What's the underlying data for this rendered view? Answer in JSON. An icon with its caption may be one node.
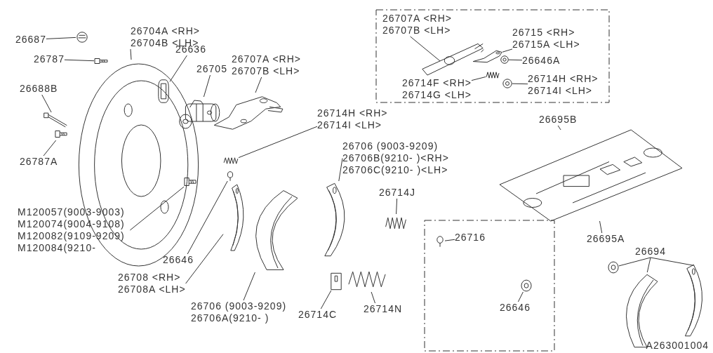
{
  "diagram": {
    "nodes": [
      {
        "text": [
          "26704A <RH>",
          "26704B <LH>"
        ]
      },
      {
        "text": [],
        "shape": "picture"
      },
      {
        "text": [
          "26687"
        ]
      },
      {
        "text": [],
        "shape": "picture"
      },
      {
        "text": [
          "26787"
        ]
      },
      {
        "text": [],
        "shape": "picture"
      },
      {
        "text": [
          "26636"
        ]
      },
      {
        "text": [],
        "shape": "picture",
        "in": 1
      },
      {
        "text": [
          "26705"
        ]
      },
      {
        "text": [],
        "shape": "picture"
      },
      {
        "text": [
          "26707A <RH>",
          "26707B <LH>"
        ]
      },
      {
        "text": [],
        "shape": "picture"
      },
      {
        "text": [
          "26714H <RH>",
          "26714I <LH>"
        ]
      },
      {
        "text": [],
        "shape": "picture"
      },
      {
        "text": [
          "26688B"
        ]
      },
      {
        "text": [],
        "shape": "picture"
      },
      {
        "text": [
          "26787A"
        ]
      },
      {
        "text": [],
        "shape": "picture"
      },
      {
        "text": [
          "M120057(9003-9003)",
          "M120074(9004-9108)",
          "M120082(9109-9209)",
          "M120084(9210-"
        ]
      },
      {
        "text": [],
        "shape": "picture",
        "in": 1
      },
      {
        "text": [
          "26646"
        ]
      },
      {
        "text": [],
        "shape": "picture"
      },
      {
        "text": [
          "26708 <RH>",
          "26708A <LH>"
        ]
      },
      {
        "text": [],
        "shape": "picture"
      },
      {
        "text": [
          "26706 (9003-9209)",
          "26706A(9210- )"
        ]
      },
      {
        "text": [],
        "shape": "picture"
      },
      {
        "text": [
          "26706 (9003-9209)",
          "26706B(9210- )<RH>",
          "26706C(9210- )<LH>"
        ]
      },
      {
        "text": [],
        "shape": "picture"
      },
      {
        "text": [
          "26714J"
        ]
      },
      {
        "text": [],
        "shape": "picture"
      },
      {
        "text": [
          "26714C"
        ]
      },
      {
        "text": [],
        "shape": "picture"
      },
      {
        "text": [
          "26714N"
        ]
      },
      {
        "text": [],
        "shape": "picture"
      },
      {
        "text": [],
        "shape": "box"
      },
      {
        "text": [
          "26707A <RH>",
          "26707B <LH>"
        ],
        "in": 34
      },
      {
        "text": [],
        "shape": "picture",
        "in": 34
      },
      {
        "text": [
          "26715 <RH>",
          "26715A <LH>"
        ],
        "in": 34
      },
      {
        "text": [],
        "shape": "picture",
        "in": 34
      },
      {
        "text": [
          "26646A"
        ],
        "in": 34
      },
      {
        "text": [],
        "shape": "picture",
        "in": 34
      },
      {
        "text": [
          "26714F <RH>",
          "26714G <LH>"
        ],
        "in": 34
      },
      {
        "text": [],
        "shape": "picture",
        "in": 34
      },
      {
        "text": [
          "26714H <RH>",
          "26714I <LH>"
        ],
        "in": 34
      },
      {
        "text": [],
        "shape": "picture",
        "in": 34
      },
      {
        "text": [
          "26695B"
        ]
      },
      {
        "text": [],
        "shape": "picture"
      },
      {
        "text": [
          "26695A"
        ]
      },
      {
        "text": [],
        "shape": "box"
      },
      {
        "text": [
          "26716"
        ],
        "in": 48
      },
      {
        "text": [],
        "shape": "picture",
        "in": 48
      },
      {
        "text": [
          "26646"
        ],
        "in": 48
      },
      {
        "text": [],
        "shape": "picture",
        "in": 48
      },
      {
        "text": [
          "26694"
        ]
      },
      {
        "text": [],
        "shape": "picture"
      },
      {
        "text": [],
        "shape": "picture"
      },
      {
        "text": [],
        "shape": "picture"
      }
    ],
    "edges": [
      {
        "from": 0,
        "to": 1,
        "arrow": "none"
      },
      {
        "from": 2,
        "to": 3,
        "arrow": "none"
      },
      {
        "from": 4,
        "to": 5,
        "arrow": "none"
      },
      {
        "from": 6,
        "to": 7,
        "arrow": "none"
      },
      {
        "from": 8,
        "to": 9,
        "arrow": "none"
      },
      {
        "from": 10,
        "to": 11,
        "arrow": "none"
      },
      {
        "from": 12,
        "to": 13,
        "arrow": "none"
      },
      {
        "from": 14,
        "to": 15,
        "arrow": "none"
      },
      {
        "from": 16,
        "to": 17,
        "arrow": "none"
      },
      {
        "from": 18,
        "to": 19,
        "arrow": "none"
      },
      {
        "from": 20,
        "to": 21,
        "arrow": "none"
      },
      {
        "from": 22,
        "to": 23,
        "arrow": "none"
      },
      {
        "from": 24,
        "to": 25,
        "arrow": "none"
      },
      {
        "from": 26,
        "to": 27,
        "arrow": "none"
      },
      {
        "from": 28,
        "to": 29,
        "arrow": "none"
      },
      {
        "from": 30,
        "to": 31,
        "arrow": "none"
      },
      {
        "from": 32,
        "to": 33,
        "arrow": "none"
      },
      {
        "from": 35,
        "to": 36,
        "arrow": "none"
      },
      {
        "from": 37,
        "to": 38,
        "arrow": "none"
      },
      {
        "from": 39,
        "to": 40,
        "arrow": "none"
      },
      {
        "from": 41,
        "to": 42,
        "arrow": "none"
      },
      {
        "from": 43,
        "to": 44,
        "arrow": "none"
      },
      {
        "from": 45,
        "to": 46,
        "arrow": "none"
      },
      {
        "from": 47,
        "to": 46,
        "arrow": "none"
      },
      {
        "from": 49,
        "to": 50,
        "arrow": "none"
      },
      {
        "from": 51,
        "to": 52,
        "arrow": "none"
      },
      {
        "from": 53,
        "to": 54,
        "arrow": "none"
      },
      {
        "from": 53,
        "to": 55,
        "arrow": "none"
      },
      {
        "from": 53,
        "to": 56,
        "arrow": "none"
      }
    ],
    "labels": [
      "A263001004"
    ]
  }
}
